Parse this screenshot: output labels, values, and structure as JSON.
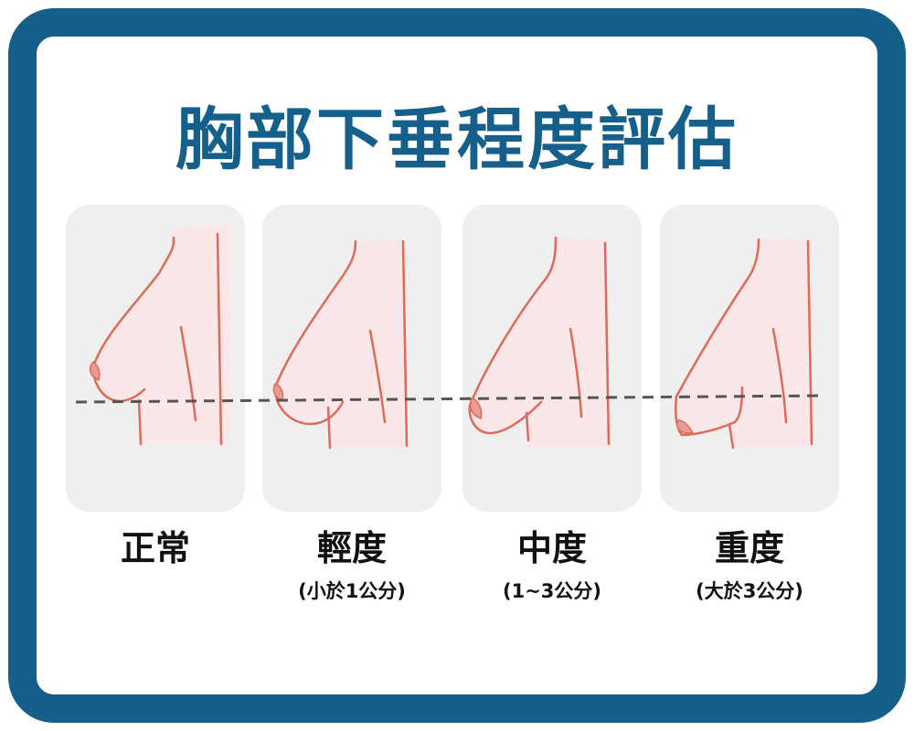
{
  "title": "胸部下垂程度評估",
  "stages": [
    {
      "label": "正常",
      "detail": ""
    },
    {
      "label": "輕度",
      "detail": "(小於1公分)"
    },
    {
      "label": "中度",
      "detail": "(1~3公分)"
    },
    {
      "label": "重度",
      "detail": "(大於3公分)"
    }
  ],
  "colors": {
    "frame": "#15608b",
    "title": "#15608b",
    "card": "#efefef",
    "skin": "#fbe7e7",
    "outline": "#dc6b59",
    "nipple": "#e89a93",
    "reference_line": "#555555"
  }
}
